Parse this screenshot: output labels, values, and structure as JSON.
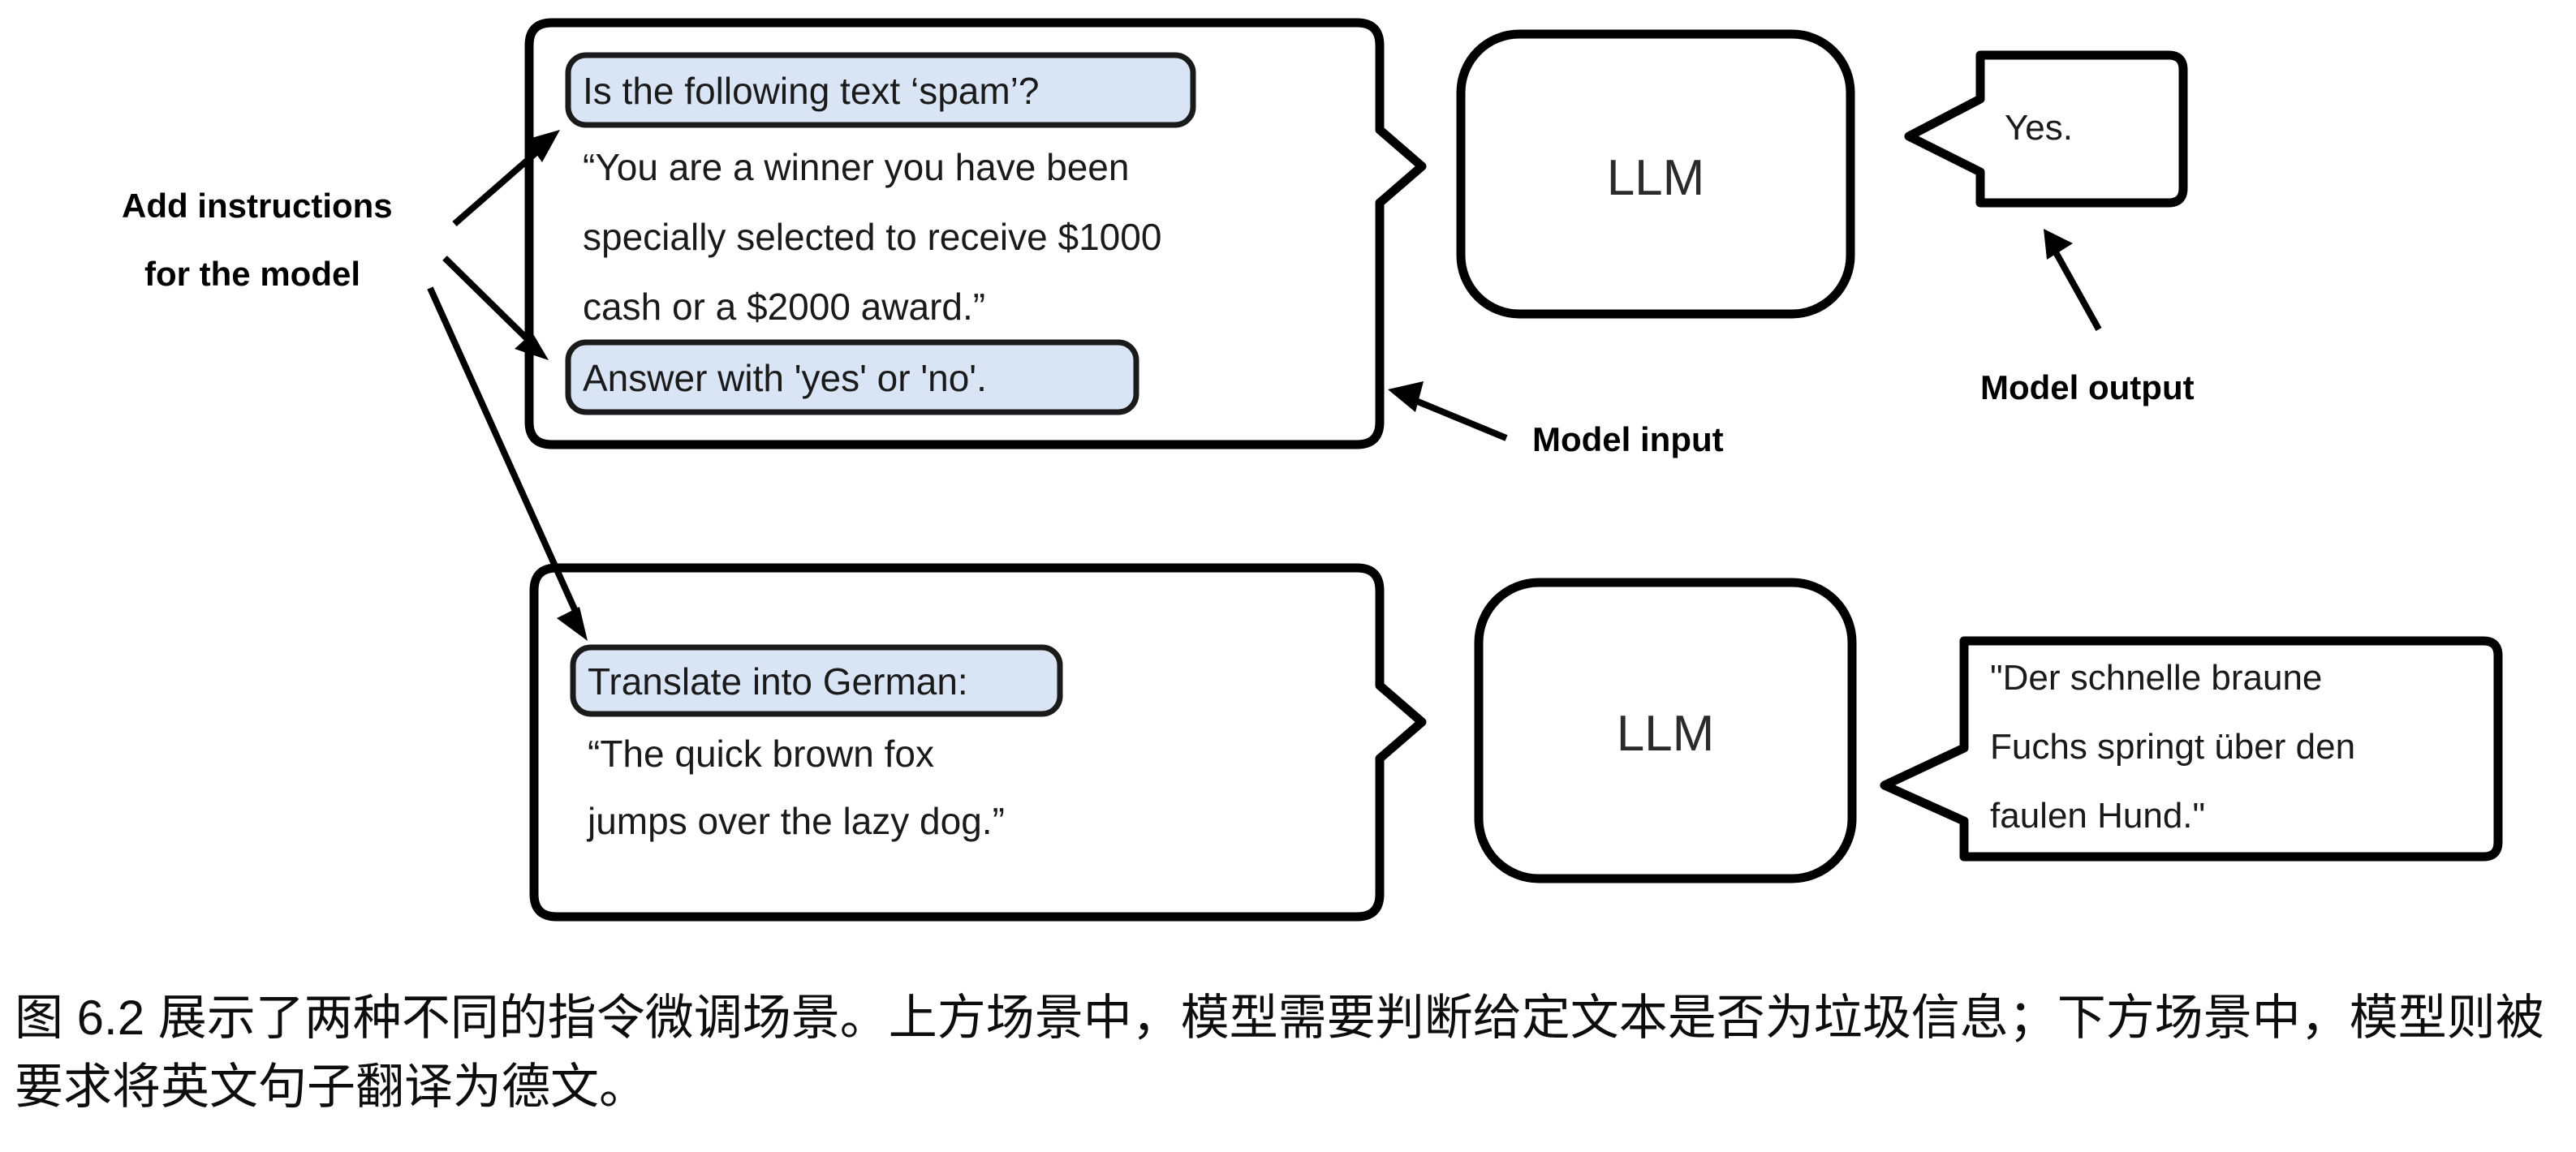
{
  "figure": {
    "label": "instruction-finetuning-diagram",
    "colors": {
      "instruction_highlight": "#d9e5f4",
      "outline": "#000000",
      "text": "#1a1a1a",
      "background": "#ffffff"
    },
    "annotations": {
      "add_instructions_line1": "Add instructions",
      "add_instructions_line2": "for the model",
      "model_input": "Model input",
      "model_output": "Model output"
    },
    "scenarios": [
      {
        "id": "spam-classification",
        "input": {
          "instruction_top": "Is the following text ‘spam’?",
          "body_lines": [
            "“You are a winner you have been",
            "specially selected to receive $1000",
            "cash or a $2000 award.”"
          ],
          "instruction_bottom": "Answer with 'yes' or 'no'."
        },
        "model": {
          "label": "LLM"
        },
        "output": {
          "lines": [
            "Yes."
          ]
        }
      },
      {
        "id": "german-translation",
        "input": {
          "instruction_top": "Translate into German:",
          "body_lines": [
            "“The quick brown fox",
            "jumps over the lazy dog.”"
          ],
          "instruction_bottom": null
        },
        "model": {
          "label": "LLM"
        },
        "output": {
          "lines": [
            "\"Der schnelle braune",
            "Fuchs springt über den",
            "faulen Hund.\""
          ]
        }
      }
    ]
  },
  "caption": {
    "text": "图 6.2 展示了两种不同的指令微调场景。上方场景中，模型需要判断给定文本是否为垃圾信息；下方场景中，模型则被要求将英文句子翻译为德文。"
  }
}
